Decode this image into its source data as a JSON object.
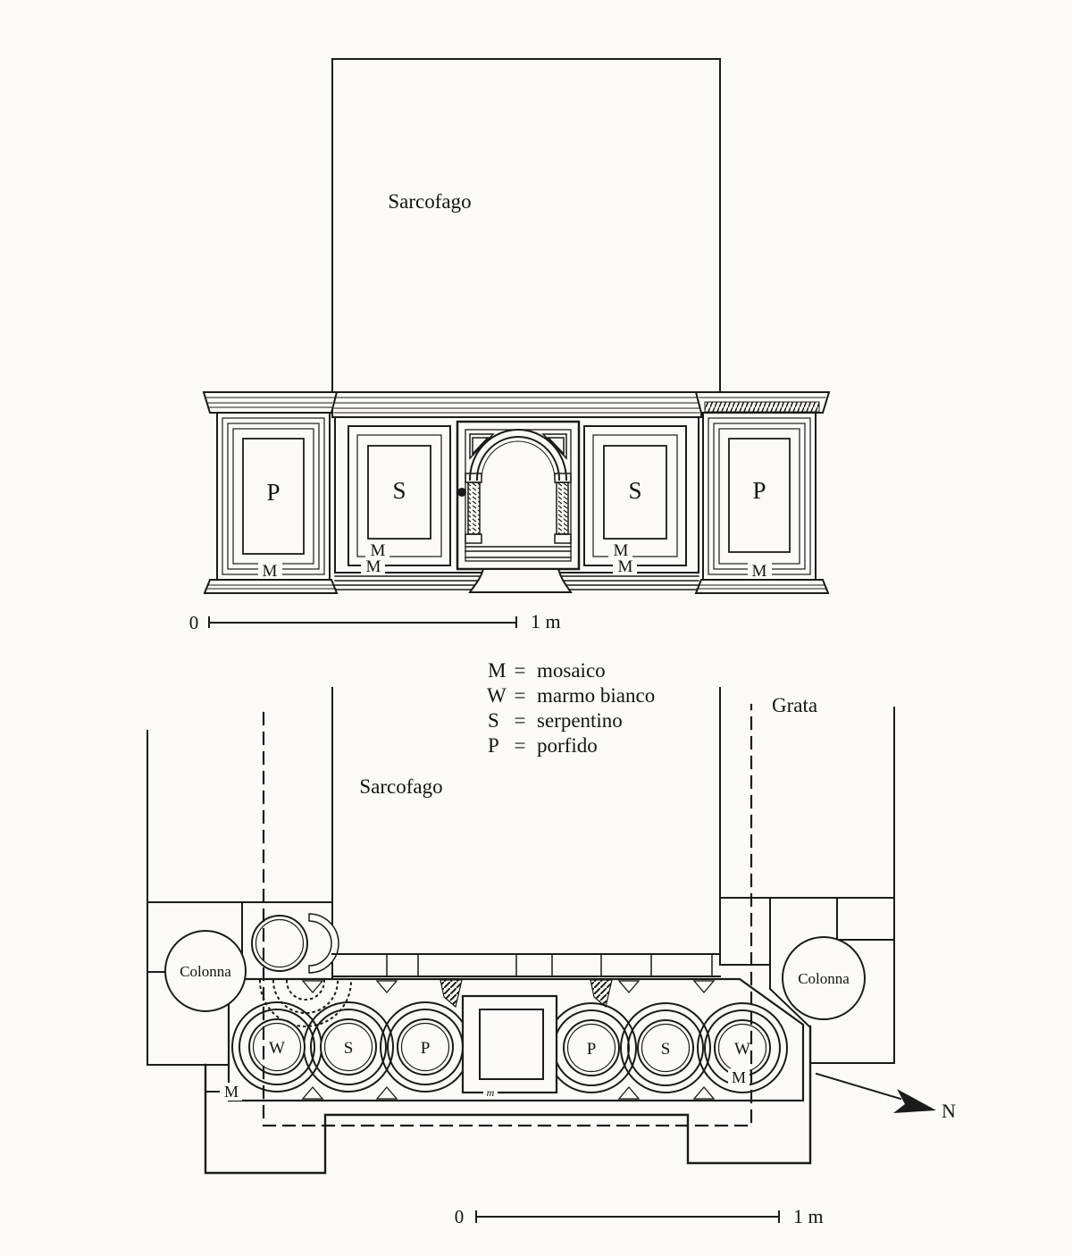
{
  "colors": {
    "ink": "#1b1b1b",
    "paper": "#fbfaf6"
  },
  "elevation": {
    "sarcophagus_label": "Sarcofago",
    "panel_labels": {
      "left_p": "P",
      "left_s": "S",
      "right_s": "S",
      "right_p": "P"
    },
    "mosaic_labels": {
      "pilaster_left": "M",
      "s_left_upper": "M",
      "s_left_lower": "M",
      "s_right_upper": "M",
      "s_right_lower": "M",
      "pilaster_right": "M"
    },
    "scale_bar": {
      "start": "0",
      "end": "1 m"
    }
  },
  "legend": {
    "rows": [
      {
        "key": "M",
        "eq": "=",
        "value": "mosaico"
      },
      {
        "key": "W",
        "eq": "=",
        "value": "marmo bianco"
      },
      {
        "key": "S",
        "eq": "=",
        "value": "serpentino"
      },
      {
        "key": "P",
        "eq": "=",
        "value": "porfido"
      }
    ]
  },
  "plan": {
    "sarcophagus_label": "Sarcofago",
    "grata_label": "Grata",
    "column_left_label": "Colonna",
    "column_right_label": "Colonna",
    "roundel_labels": [
      "W",
      "S",
      "P",
      "P",
      "S",
      "W"
    ],
    "mosaic_left": "M",
    "mosaic_right": "M",
    "mosaic_small": "m",
    "north_label": "N",
    "scale_bar": {
      "start": "0",
      "end": "1 m"
    }
  }
}
